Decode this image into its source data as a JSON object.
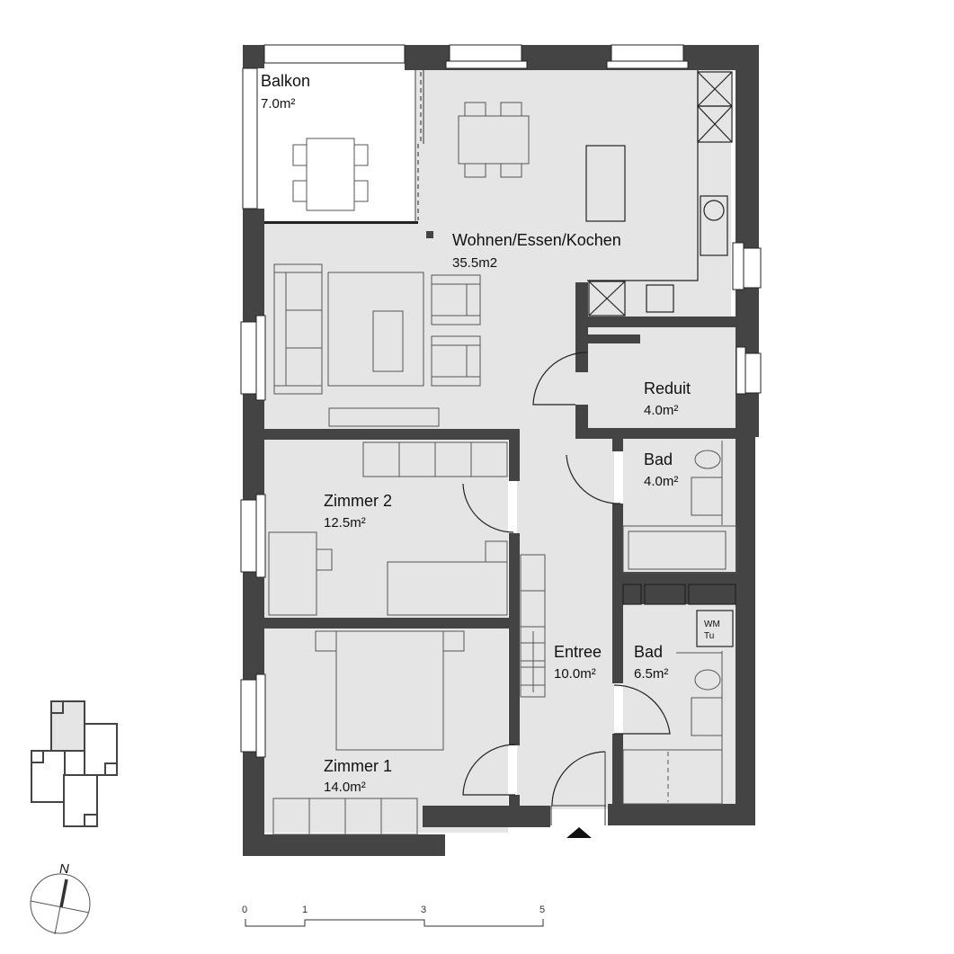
{
  "plan": {
    "rooms": [
      {
        "id": "balkon",
        "name": "Balkon",
        "area": "7.0m²"
      },
      {
        "id": "wohnen",
        "name": "Wohnen/Essen/Kochen",
        "area": "35.5m2"
      },
      {
        "id": "reduit",
        "name": "Reduit",
        "area": "4.0m²"
      },
      {
        "id": "bad1",
        "name": "Bad",
        "area": "4.0m²"
      },
      {
        "id": "zimmer2",
        "name": "Zimmer 2",
        "area": "12.5m²"
      },
      {
        "id": "entree",
        "name": "Entree",
        "area": "10.0m²"
      },
      {
        "id": "bad2",
        "name": "Bad",
        "area": "6.5m²"
      },
      {
        "id": "zimmer1",
        "name": "Zimmer 1",
        "area": "14.0m²"
      }
    ],
    "appliance_label_line1": "WM",
    "appliance_label_line2": "Tu",
    "colors": {
      "wall": "#444444",
      "floor": "#e5e5e5",
      "window": "#ffffff"
    }
  },
  "compass": {
    "north_label": "N"
  },
  "scale_bar": {
    "ticks": [
      "0",
      "1",
      "3",
      "5"
    ],
    "unit_note": ""
  },
  "key_plan": {
    "highlighted_unit": "top-left"
  }
}
